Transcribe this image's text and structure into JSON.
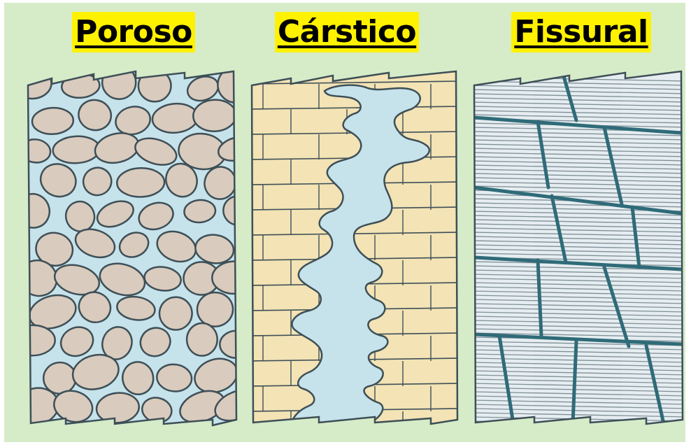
{
  "titles": {
    "porous": "Poroso",
    "karst": "Cárstico",
    "fissure": "Fissural"
  },
  "colors": {
    "background": "#d6ecc9",
    "title_highlight": "#fff200",
    "water": "#c6e2ea",
    "pebble": "#d9cbbd",
    "brick": "#f3e3b5",
    "outline": "#3e4f57",
    "fissure_line": "#2f6b78"
  }
}
